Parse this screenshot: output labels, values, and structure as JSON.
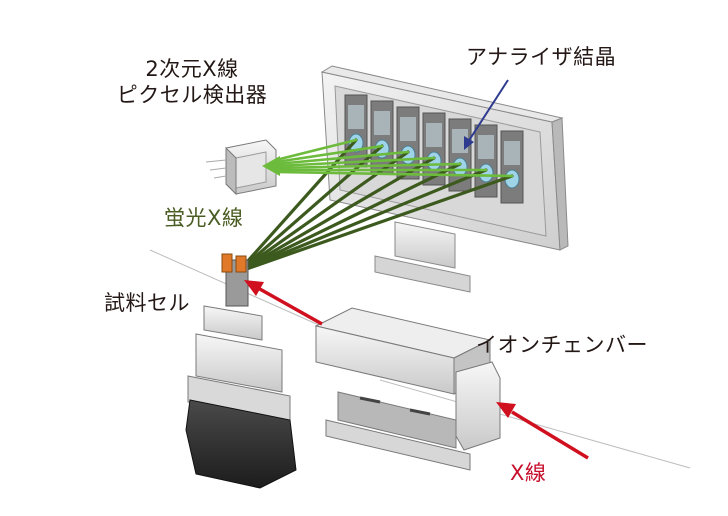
{
  "labels": {
    "detector_line1": "2次元X線",
    "detector_line2": "ピクセル検出器",
    "analyzer": "アナライザ結晶",
    "fluorescence": "蛍光X線",
    "sample_cell": "試料セル",
    "ion_chamber": "イオンチェンバー",
    "xray": "X線"
  },
  "colors": {
    "text": "#231815",
    "fluorescence_text": "#4a5d23",
    "xray_text": "#c8102e",
    "xray_beam": "#d0101f",
    "fluor_dark": "#3d5a1e",
    "fluor_light": "#6dbb3c",
    "analyzer_arrow": "#2e3b8f",
    "sample_orange": "#e07a2a"
  }
}
